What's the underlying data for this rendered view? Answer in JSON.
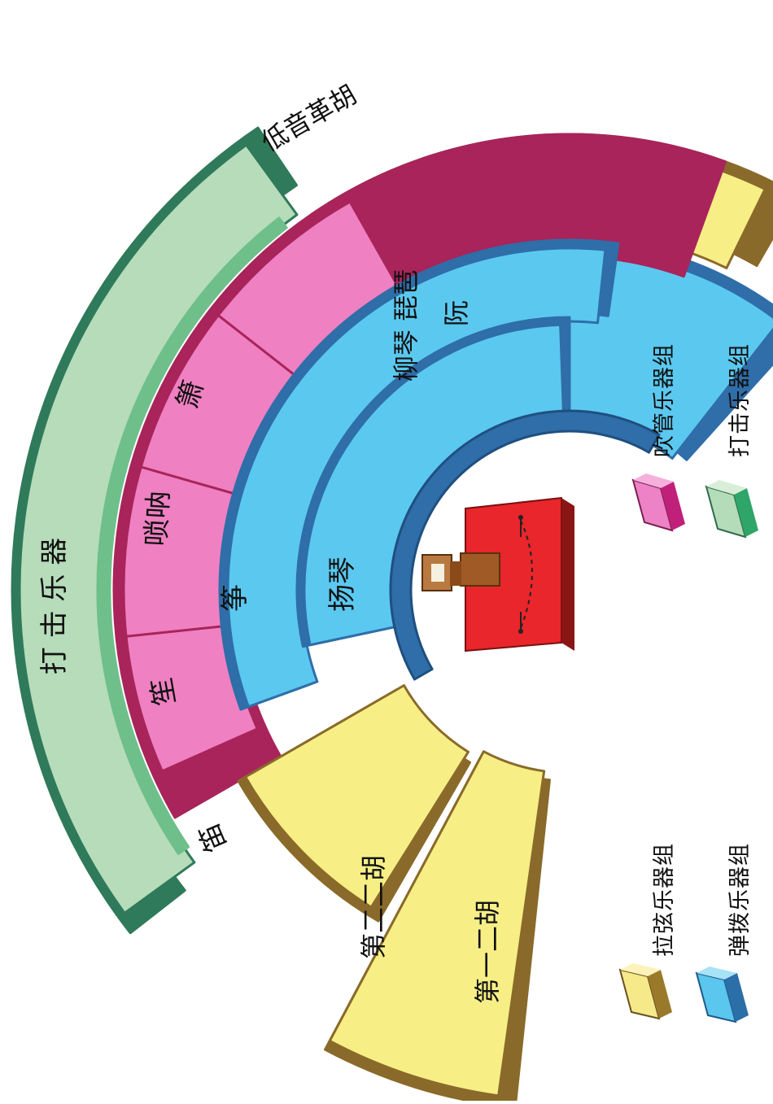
{
  "sections": {
    "percussion": {
      "label": "打 击 乐 器"
    },
    "bass_gehu": {
      "label": "低音革胡"
    },
    "plucked_pipa": {
      "label_line1": "柳琴  琵琶",
      "label_line2": "阮"
    },
    "xiao": {
      "label": "箫"
    },
    "suona": {
      "label": "唢呐"
    },
    "sheng": {
      "label": "笙"
    },
    "di": {
      "label": "笛"
    },
    "zheng": {
      "label": "筝"
    },
    "yangqin": {
      "label": "扬琴"
    },
    "second_erhu": {
      "label": "第二二胡"
    },
    "first_erhu": {
      "label": "第一二胡"
    }
  },
  "legend": {
    "wind": {
      "label": "吹管乐器组",
      "color": "#ee82c6"
    },
    "percussion": {
      "label": "打击乐器组",
      "color": "#b5dcb8"
    },
    "bowed": {
      "label": "拉弦乐器组",
      "color": "#f6e98a"
    },
    "plucked": {
      "label": "弹拨乐器组",
      "color": "#5bc6ee"
    }
  },
  "colors": {
    "yellow": "#f7ef86",
    "yellow_dark": "#8a6a2a",
    "blue": "#5bc8f0",
    "blue_dark": "#2f6ea8",
    "pink": "#ef80c2",
    "pink_dark": "#a8245a",
    "green": "#b6dcb9",
    "green_dark": "#2f7a5a",
    "podium": "#e8262b"
  },
  "icons": [
    "conductor-podium-icon",
    "music-stand-icon"
  ]
}
